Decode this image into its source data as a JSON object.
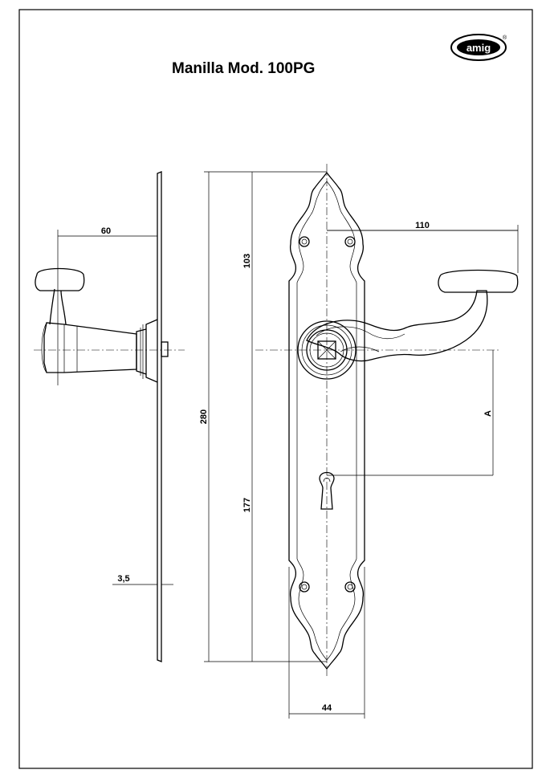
{
  "title": "Manilla Mod. 100PG",
  "logo": {
    "text": "amig",
    "reg_mark": "®"
  },
  "dimensions": {
    "projection": "60",
    "handle_length": "110",
    "upper_to_axis": "103",
    "total_height": "280",
    "axis_to_bottom": "177",
    "plate_thickness": "3,5",
    "plate_width": "44",
    "axis_to_keyhole": "A"
  }
}
